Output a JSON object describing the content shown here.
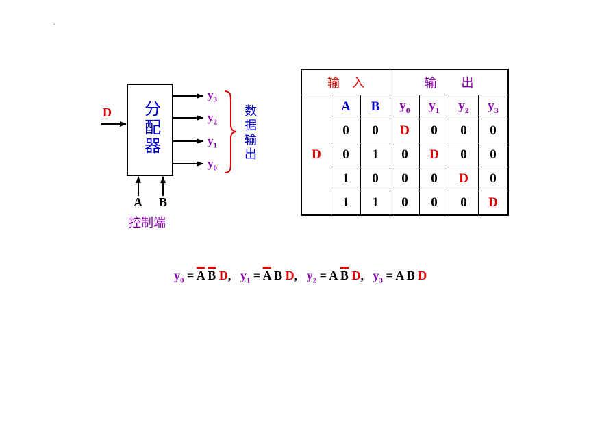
{
  "marker": ".",
  "block": {
    "label_lines": [
      "分",
      "配",
      "器"
    ]
  },
  "input_label": "D",
  "outputs": {
    "y3": "y",
    "y3_sub": "3",
    "y2": "y",
    "y2_sub": "2",
    "y1": "y",
    "y1_sub": "1",
    "y0": "y",
    "y0_sub": "0"
  },
  "output_group_label": [
    "数",
    "据",
    "输",
    "出"
  ],
  "controls": {
    "a": "A",
    "b": "B",
    "label": "控制端"
  },
  "table": {
    "header_input": "输　入",
    "header_output": "输　　出",
    "col_a": "A",
    "col_b": "B",
    "col_y": "y",
    "subs": [
      "0",
      "1",
      "2",
      "3"
    ],
    "row_label": "D",
    "rows": [
      [
        "0",
        "0",
        "D",
        "0",
        "0",
        "0"
      ],
      [
        "0",
        "1",
        "0",
        "D",
        "0",
        "0"
      ],
      [
        "1",
        "0",
        "0",
        "0",
        "D",
        "0"
      ],
      [
        "1",
        "1",
        "0",
        "0",
        "0",
        "D"
      ]
    ]
  },
  "equations": {
    "y": "y",
    "eq": "=",
    "sep": ",",
    "s0": "0",
    "s1": "1",
    "s2": "2",
    "s3": "3",
    "A": "A",
    "B": "B",
    "D": "D"
  },
  "colors": {
    "red": "#e00000",
    "purple": "#8800aa",
    "blue": "#0000cc"
  }
}
